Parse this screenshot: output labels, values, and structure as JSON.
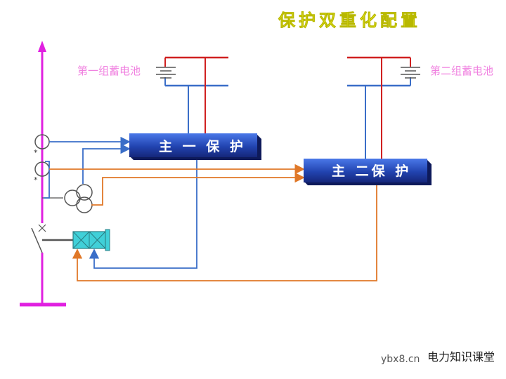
{
  "title": "保护双重化配置",
  "battery1_label": "第一组蓄电池",
  "battery2_label": "第二组蓄电池",
  "protection1_label": "主 一 保 护",
  "protection2_label": "主 二保 护",
  "ct_marks": [
    "*",
    "*"
  ],
  "watermark": {
    "site": "ybx8.cn",
    "text": "电力知识课堂"
  },
  "colors": {
    "busbar": "#e020e0",
    "dc_positive": "#d02020",
    "dc_negative": "#3a6ec8",
    "group1_wire": "#3a6ec8",
    "group2_wire": "#e07828",
    "box_fill": "#1e3aa8",
    "breaker_coil": "#40d0d8"
  }
}
